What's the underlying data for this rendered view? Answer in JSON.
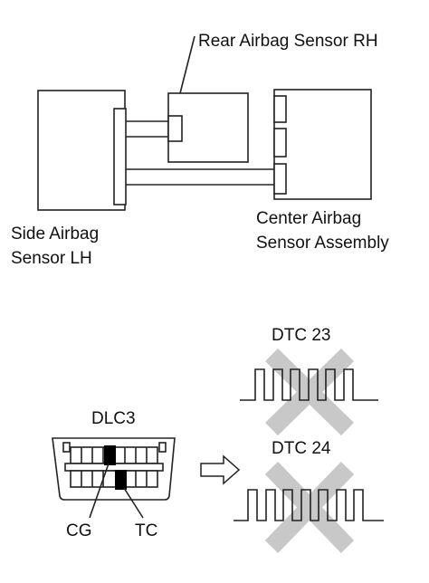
{
  "labels": {
    "rear_sensor": "Rear Airbag Sensor RH",
    "side_sensor_line1": "Side Airbag",
    "side_sensor_line2": "Sensor LH",
    "center_sensor_line1": "Center Airbag",
    "center_sensor_line2": "Sensor Assembly",
    "dlc3": "DLC3",
    "dtc23": "DTC 23",
    "dtc24": "DTC 24",
    "cg": "CG",
    "tc": "TC"
  },
  "colors": {
    "line": "#222222",
    "cross": "#c8c8c8",
    "terminal_fill": "#000000"
  },
  "icons": {
    "arrow": "hollow-right-arrow-icon",
    "cross": "gray-x-icon"
  }
}
